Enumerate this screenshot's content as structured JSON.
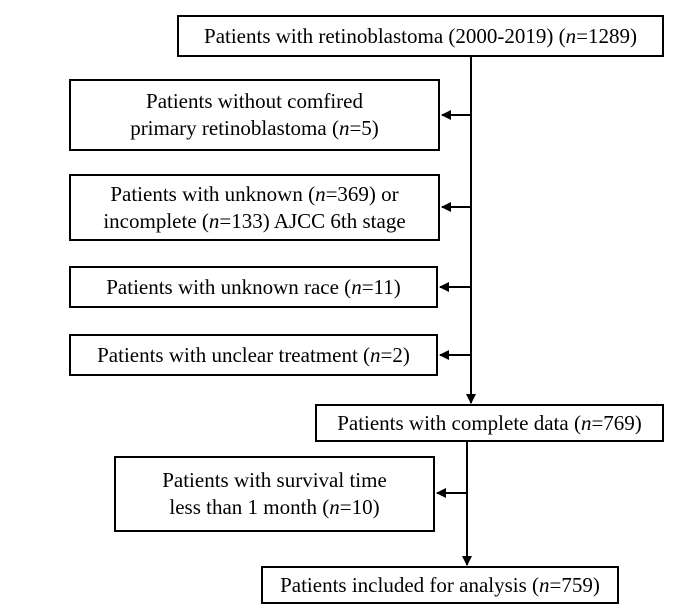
{
  "diagram": {
    "nodes": {
      "start": {
        "lines": [
          [
            {
              "t": "Patients with retinoblastoma (2000-2019) ("
            },
            {
              "t": "n",
              "i": true
            },
            {
              "t": "=1289)"
            }
          ]
        ]
      },
      "excl1": {
        "lines": [
          [
            {
              "t": "Patients without comfired"
            }
          ],
          [
            {
              "t": "primary retinoblastoma ("
            },
            {
              "t": "n",
              "i": true
            },
            {
              "t": "=5)"
            }
          ]
        ]
      },
      "excl2": {
        "lines": [
          [
            {
              "t": "Patients with unknown ("
            },
            {
              "t": "n",
              "i": true
            },
            {
              "t": "=369) or"
            }
          ],
          [
            {
              "t": "incomplete ("
            },
            {
              "t": "n",
              "i": true
            },
            {
              "t": "=133) AJCC 6th stage"
            }
          ]
        ]
      },
      "excl3": {
        "lines": [
          [
            {
              "t": "Patients with unknown race ("
            },
            {
              "t": "n",
              "i": true
            },
            {
              "t": "=11)"
            }
          ]
        ]
      },
      "excl4": {
        "lines": [
          [
            {
              "t": "Patients with unclear treatment ("
            },
            {
              "t": "n",
              "i": true
            },
            {
              "t": "=2)"
            }
          ]
        ]
      },
      "complete": {
        "lines": [
          [
            {
              "t": "Patients with complete data ("
            },
            {
              "t": "n",
              "i": true
            },
            {
              "t": "=769)"
            }
          ]
        ]
      },
      "excl5": {
        "lines": [
          [
            {
              "t": "Patients with survival time"
            }
          ],
          [
            {
              "t": "less than 1 month ("
            },
            {
              "t": "n",
              "i": true
            },
            {
              "t": "=10)"
            }
          ]
        ]
      },
      "final": {
        "lines": [
          [
            {
              "t": "Patients included for analysis ("
            },
            {
              "t": "n",
              "i": true
            },
            {
              "t": "=759)"
            }
          ]
        ]
      }
    }
  }
}
